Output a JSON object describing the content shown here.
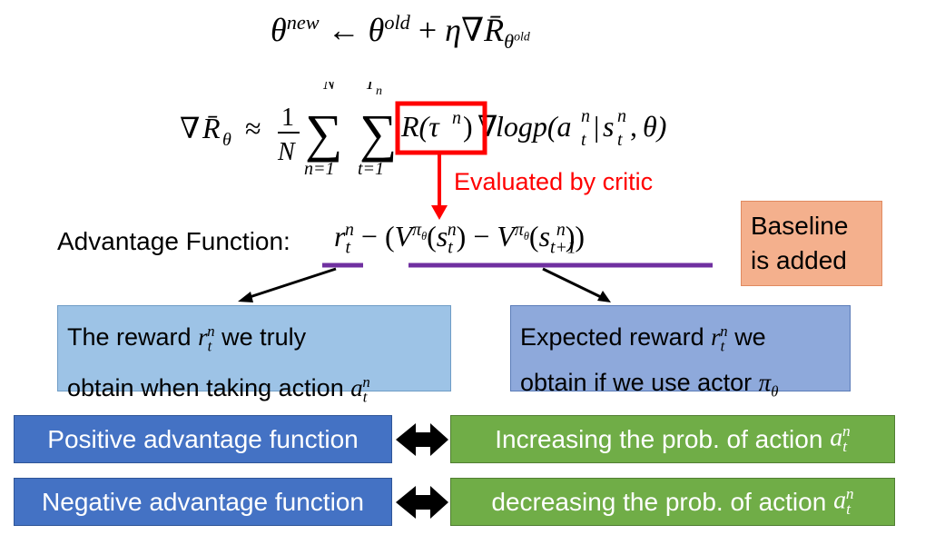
{
  "equation_update": "θnew ← θold + η∇R̄θold",
  "equation_gradient": "∇R̄θ ≈ (1/N) Σ(n=1..N) Σ(t=1..Tn) R(τn) ∇logp(atn|stn, θ)",
  "critic_label": "Evaluated by critic",
  "advantage_label": "Advantage Function:",
  "advantage_expr": "rtn − (Vπθ(stn) − Vπθ(st+1n))",
  "baseline_note": {
    "line1": "Baseline",
    "line2": "is added"
  },
  "reward_box": {
    "line1_a": "The reward",
    "line1_b": "we truly",
    "line2": "obtain when taking action"
  },
  "expected_box": {
    "line1_a": "Expected reward",
    "line1_b": "we",
    "line2": "obtain if we use actor"
  },
  "rows": [
    {
      "left": "Positive advantage function",
      "right": "Increasing the prob. of action"
    },
    {
      "left": "Negative advantage function",
      "right": "decreasing the prob. of action"
    }
  ],
  "colors": {
    "critic_red": "#ff0000",
    "underline_purple": "#7030a0",
    "baseline_fill": "#f4b08d",
    "blue_button": "#4472c4",
    "green_button": "#70ad47"
  }
}
